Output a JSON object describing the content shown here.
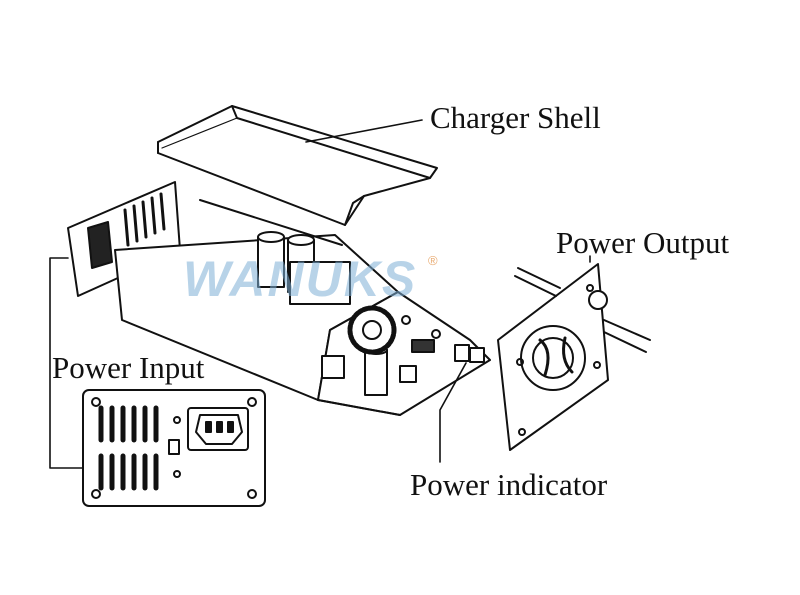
{
  "labels": {
    "charger_shell": "Charger Shell",
    "power_output": "Power Output",
    "power_input": "Power Input",
    "power_indicator": "Power indicator"
  },
  "watermark": {
    "text": "WANUKS",
    "mark": "®",
    "color": "#7fb0d6"
  },
  "colors": {
    "line": "#111111",
    "background": "#ffffff"
  }
}
